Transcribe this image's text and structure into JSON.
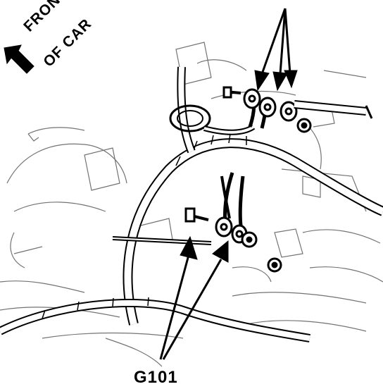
{
  "orientation": {
    "line1": "FRONT",
    "line2": "OF CAR",
    "arrow_icon": "front-direction-arrow-icon"
  },
  "callout": {
    "label": "G101"
  },
  "colors": {
    "ink": "#000000",
    "paper": "#ffffff"
  }
}
